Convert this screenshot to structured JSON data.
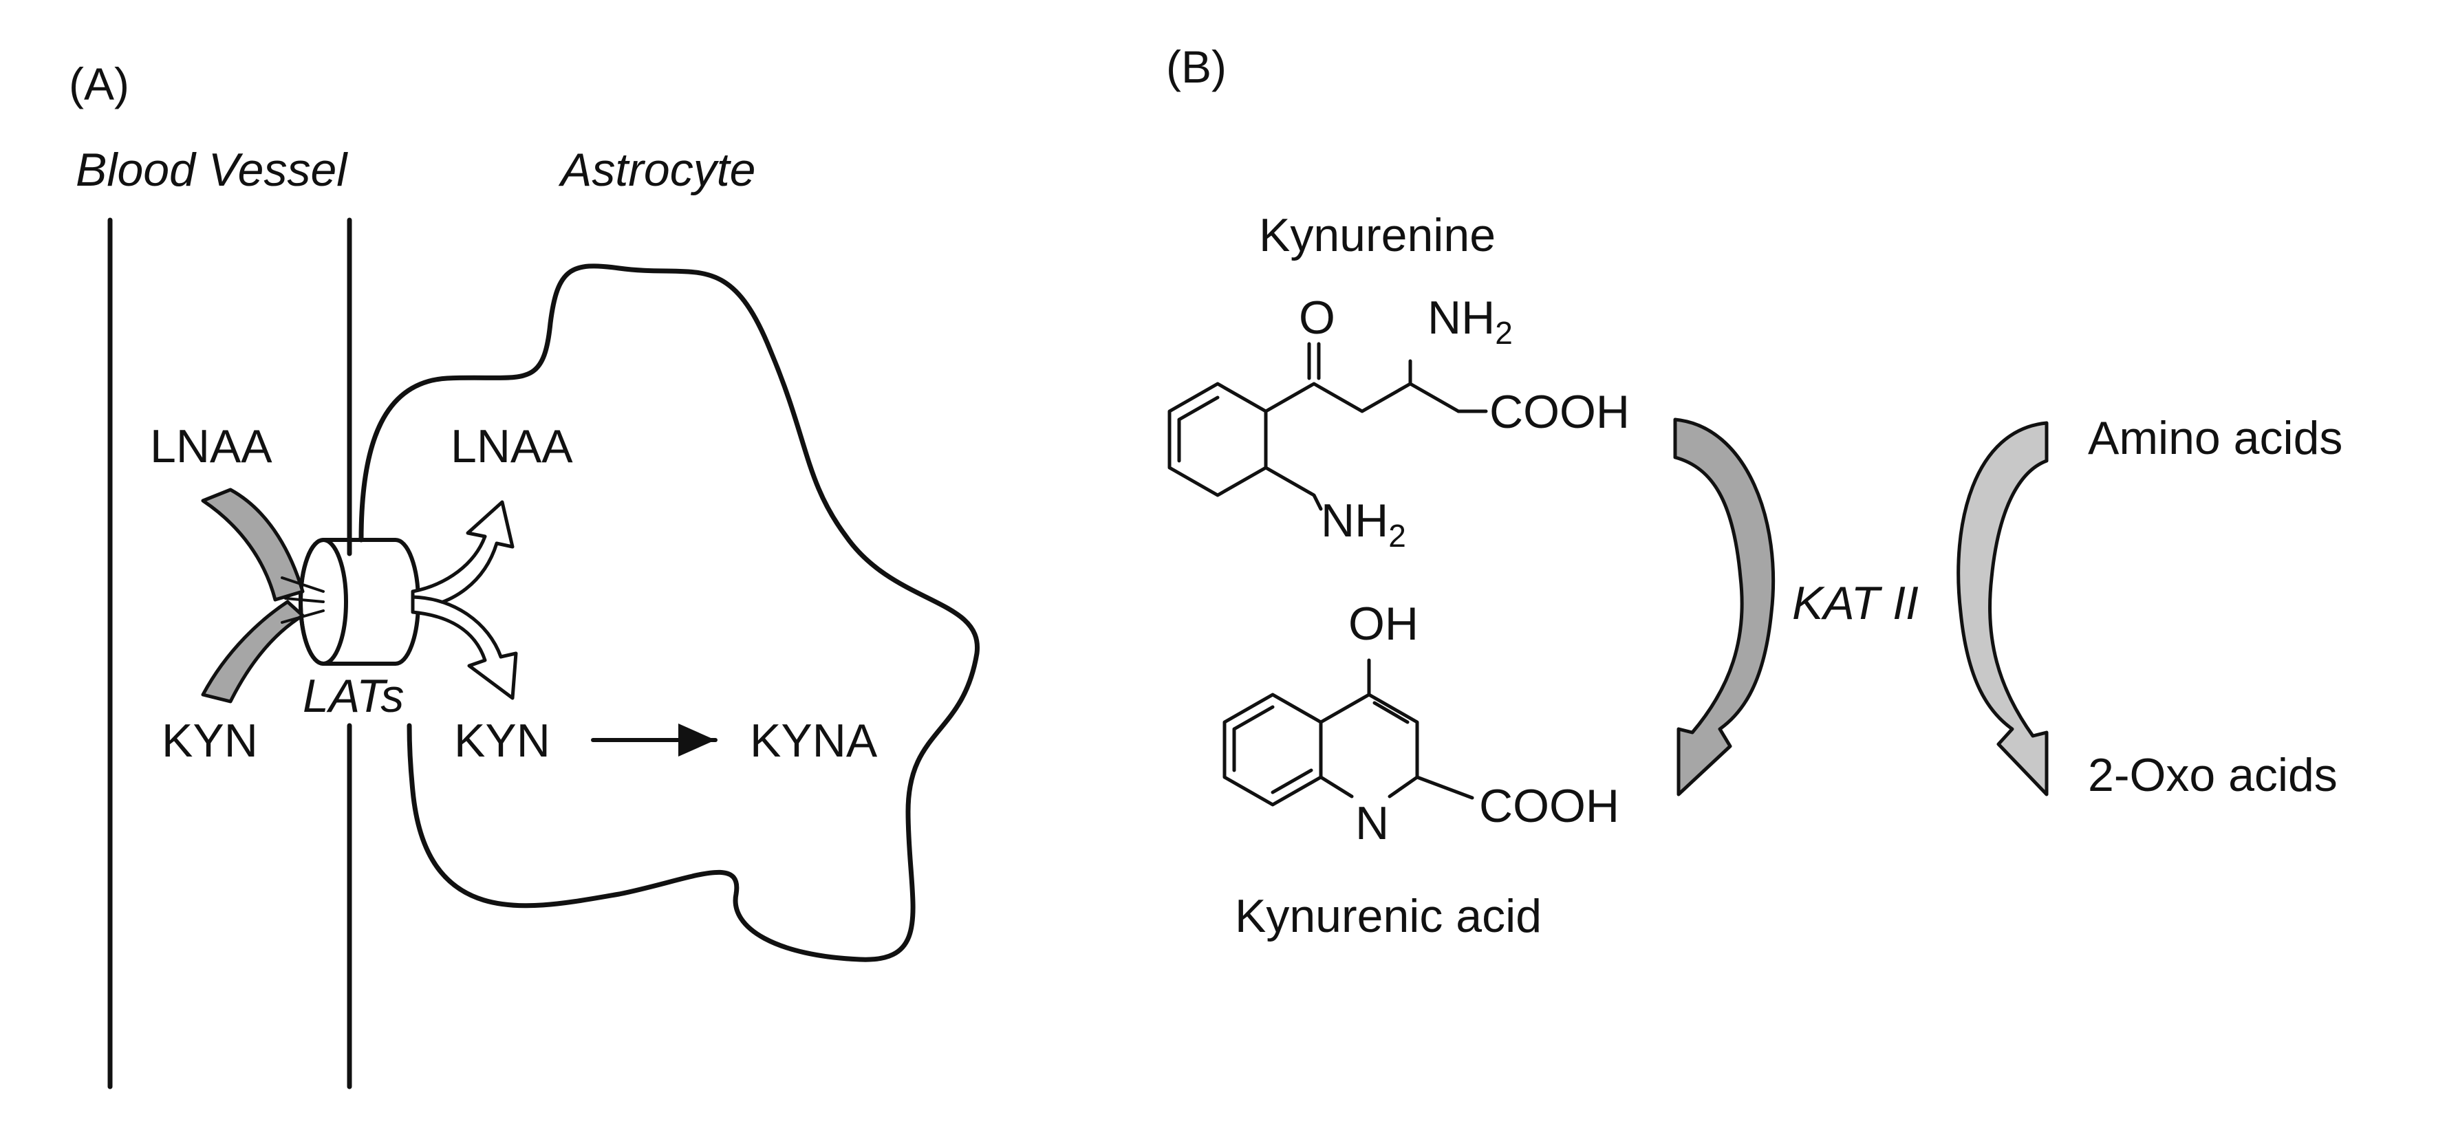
{
  "panel_a": {
    "label": "(A)",
    "blood_vessel": "Blood Vessel",
    "astrocyte": "Astrocyte",
    "lnaa_in": "LNAA",
    "lnaa_out": "LNAA",
    "kyn_in": "KYN",
    "kyn_out": "KYN",
    "transporter": "LATs",
    "kyna": "KYNA"
  },
  "panel_b": {
    "label": "(B)",
    "kynurenine": {
      "name": "Kynurenine",
      "o": "O",
      "nh2_top": "NH",
      "nh2_top_sub": "2",
      "cooh": "COOH",
      "nh2_ring": "NH",
      "nh2_ring_sub": "2"
    },
    "kynurenic_acid": {
      "name": "Kynurenic acid",
      "oh": "OH",
      "n": "N",
      "cooh": "COOH"
    },
    "enzyme": "KAT II",
    "amino_acids": "Amino acids",
    "oxo_acids": "2-Oxo acids"
  },
  "colors": {
    "line": "#111111",
    "arrow_dark": "#a6a6a6",
    "arrow_light": "#d9d9d9",
    "background": "#ffffff"
  }
}
